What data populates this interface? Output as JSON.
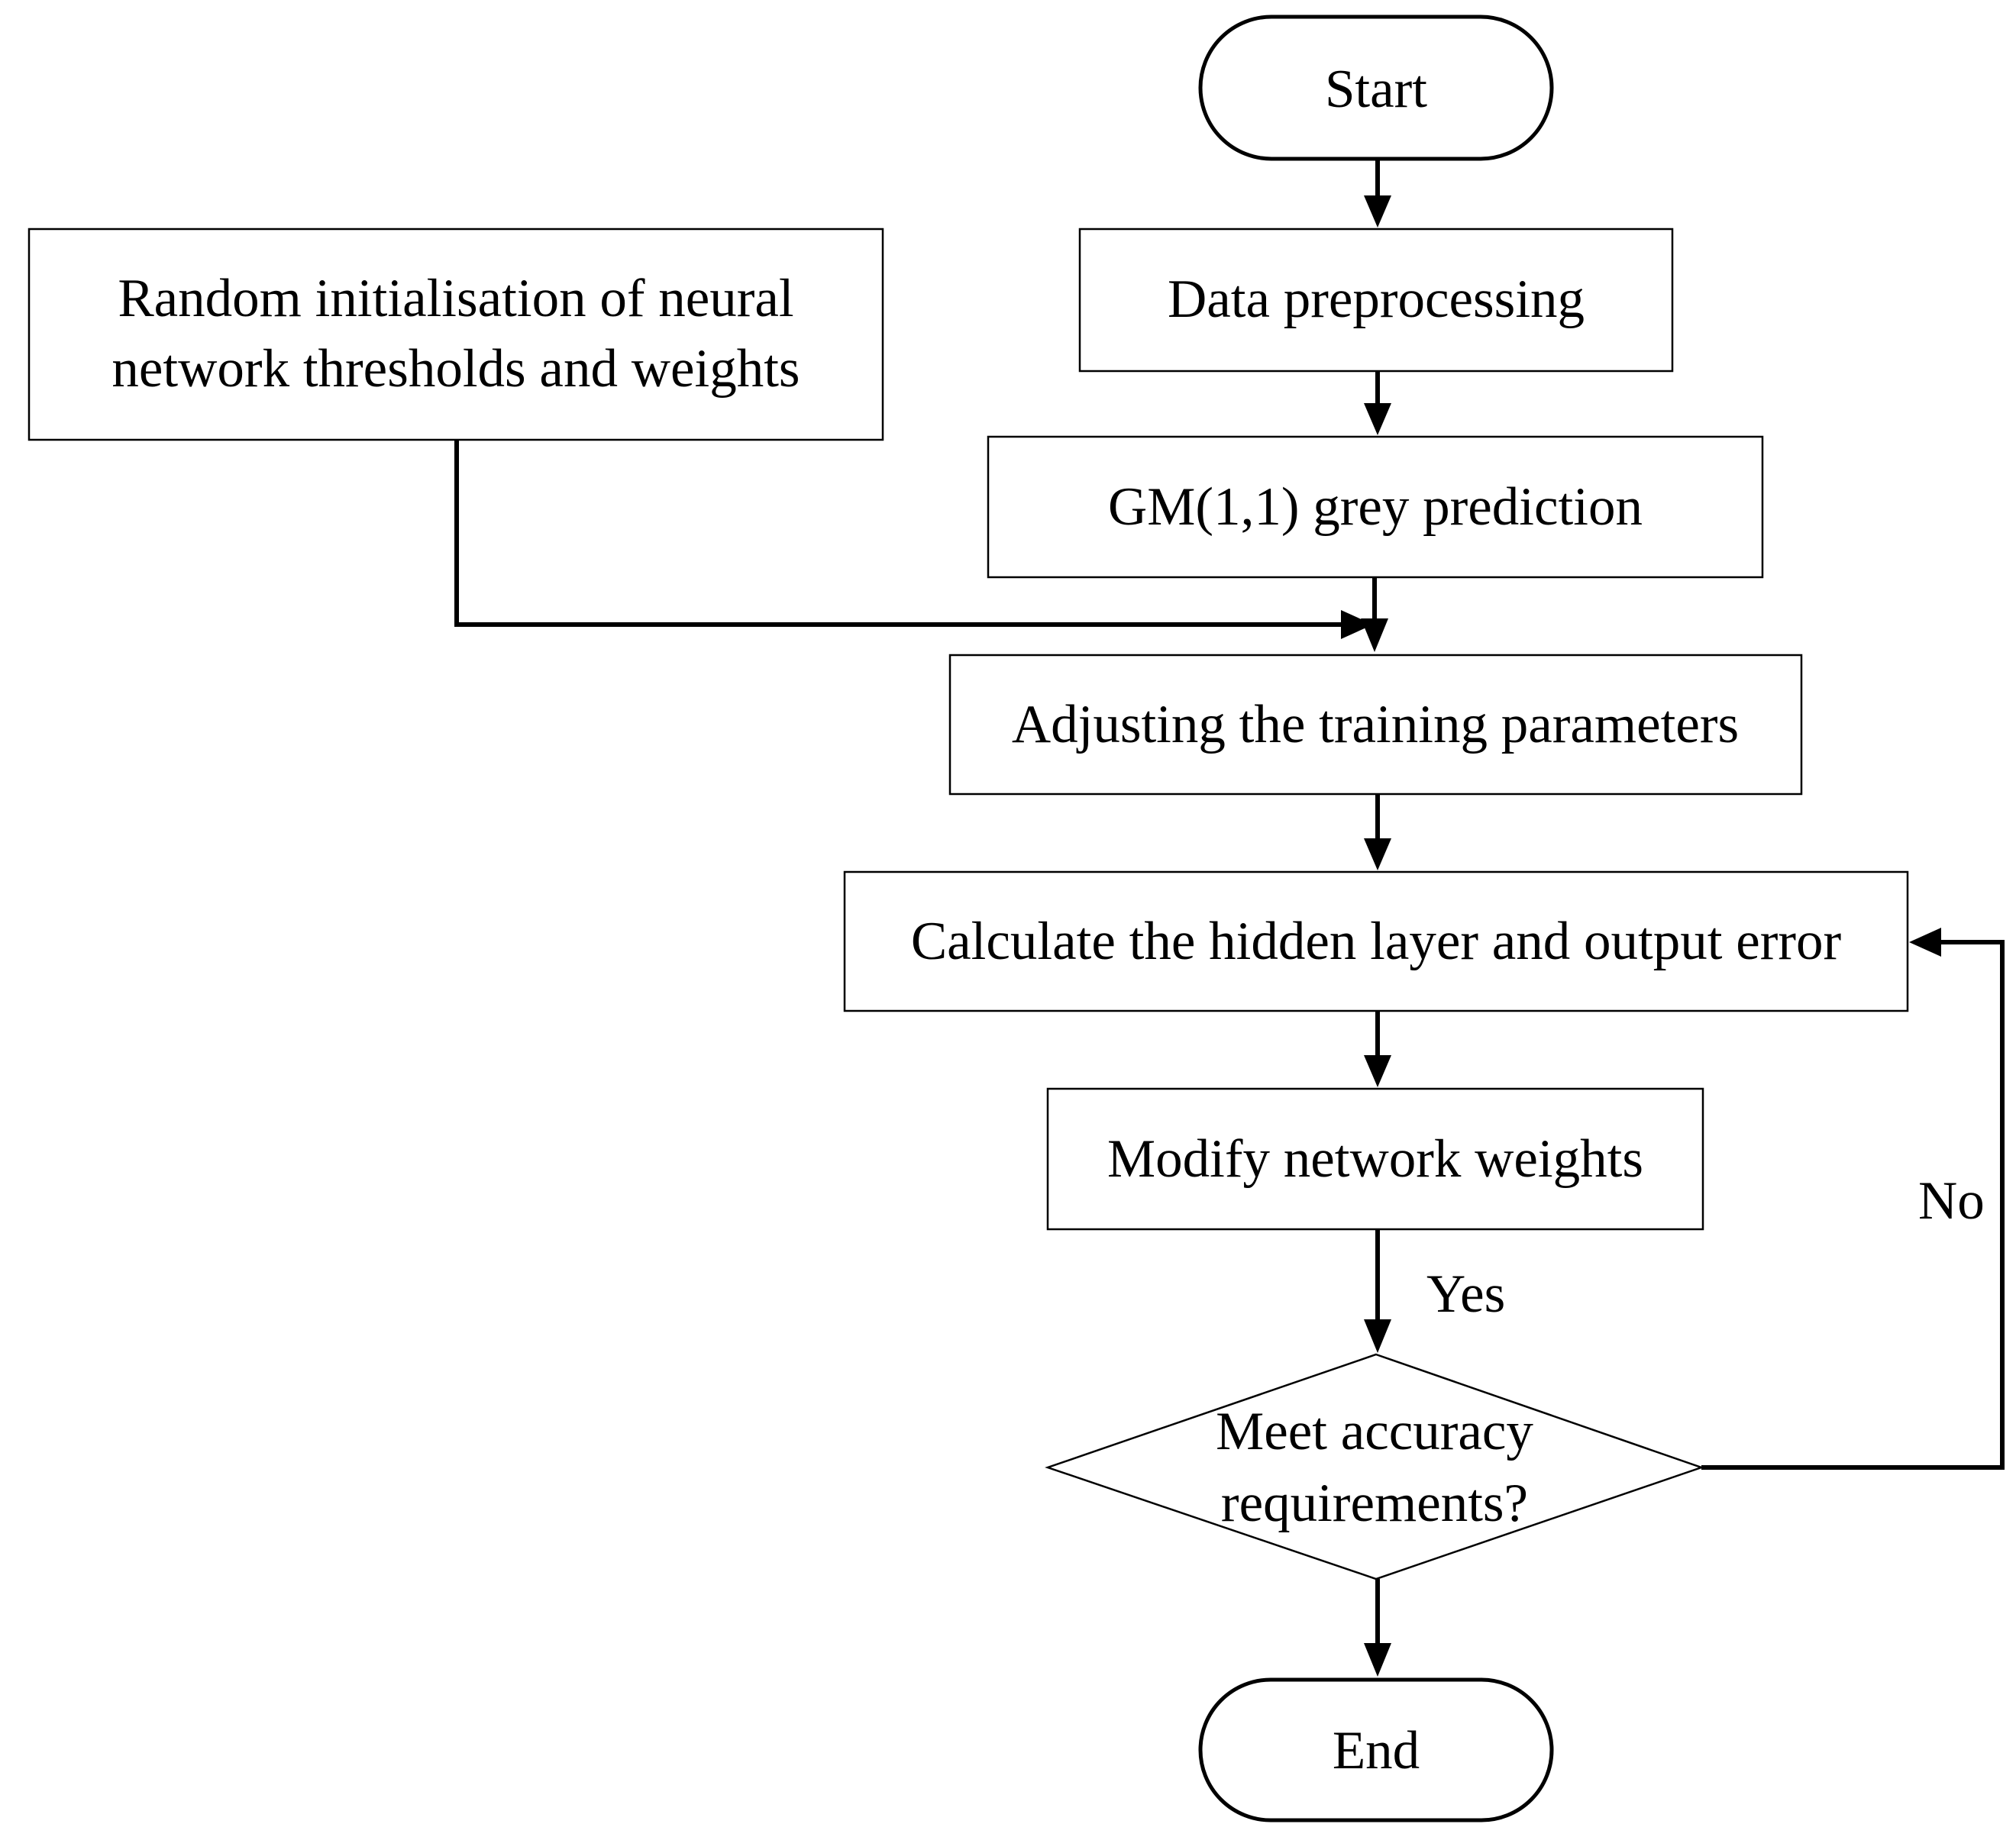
{
  "diagram": {
    "nodes": {
      "start": {
        "label": "Start"
      },
      "data_preprocessing": {
        "label": "Data preprocessing"
      },
      "random_init": {
        "lines": [
          "Random initialisation of neural",
          "network thresholds and weights"
        ]
      },
      "gm_prediction": {
        "label": "GM(1,1) grey prediction"
      },
      "adjust_params": {
        "label": "Adjusting the training parameters"
      },
      "calc_error": {
        "label": "Calculate the hidden layer and output error"
      },
      "modify_weights": {
        "label": "Modify network weights"
      },
      "accuracy_check": {
        "lines": [
          "Meet accuracy",
          "requirements?"
        ]
      },
      "end": {
        "label": "End"
      }
    },
    "edge_labels": {
      "yes": "Yes",
      "no": "No"
    }
  }
}
